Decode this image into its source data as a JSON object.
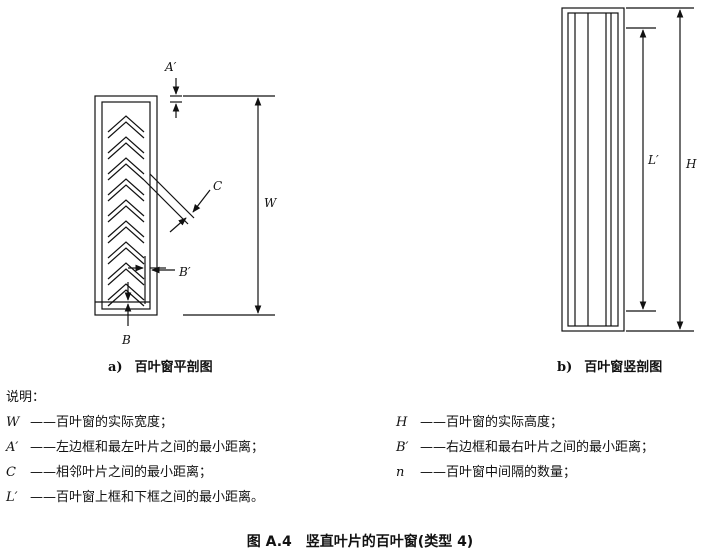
{
  "fig_a": {
    "caption_label": "a)",
    "caption_text": "百叶窗平剖图",
    "labels": {
      "a_prime": "A′",
      "c": "C",
      "w": "W",
      "b_prime": "B′",
      "b": "B"
    }
  },
  "fig_b": {
    "caption_label": "b)",
    "caption_text": "百叶窗竖剖图",
    "labels": {
      "l_prime": "L′",
      "h": "H"
    }
  },
  "legend": {
    "heading": "说明：",
    "items": [
      {
        "symbol": "W",
        "text": "——百叶窗的实际宽度；"
      },
      {
        "symbol": "H",
        "text": "——百叶窗的实际高度；"
      },
      {
        "symbol": "A′",
        "text": "——左边框和最左叶片之间的最小距离；"
      },
      {
        "symbol": "B′",
        "text": "——右边框和最右叶片之间的最小距离；"
      },
      {
        "symbol": "C",
        "text": "——相邻叶片之间的最小距离；"
      },
      {
        "symbol": "n",
        "text": "——百叶窗中间隔的数量；"
      },
      {
        "symbol": "L′",
        "text": "——百叶窗上框和下框之间的最小距离。"
      }
    ]
  },
  "figure_title": "图 A.4　竖直叶片的百叶窗(类型 4)",
  "chevron_count": 9
}
